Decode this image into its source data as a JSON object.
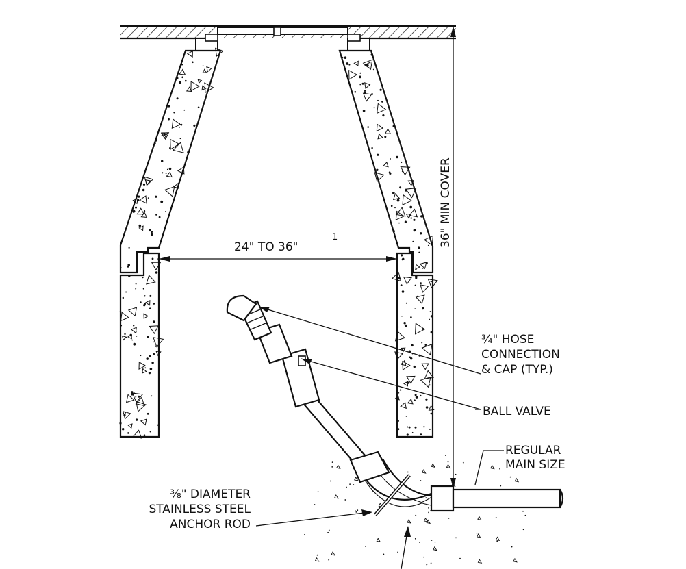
{
  "labels": {
    "width_dim": "24\" TO 36\"",
    "width_note_mark": "1",
    "cover_dim": "36\" MIN COVER",
    "hose_line1": "¾\" HOSE",
    "hose_line2": "CONNECTION",
    "hose_line3": "& CAP (TYP.)",
    "ball_valve": "BALL VALVE",
    "main_line1": "REGULAR",
    "main_line2": "MAIN SIZE",
    "rod_line1": "⅜\" DIAMETER",
    "rod_line2": "STAINLESS STEEL",
    "rod_line3": "ANCHOR ROD"
  },
  "colors": {
    "ink": "#111111",
    "background": "#ffffff",
    "concrete": "#ffffff"
  }
}
